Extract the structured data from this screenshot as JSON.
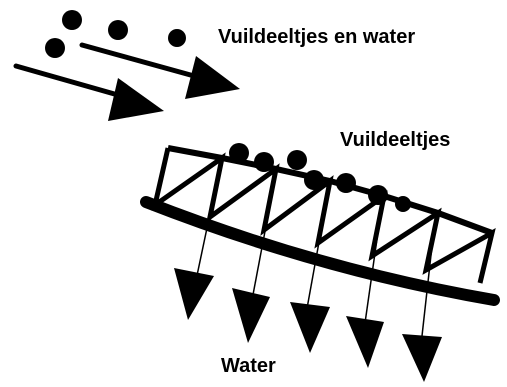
{
  "labels": {
    "inflow": "Vuildeeltjes en water",
    "particles": "Vuildeeltjes",
    "outflow": "Water"
  },
  "colors": {
    "ink": "#000000",
    "background": "#ffffff"
  }
}
